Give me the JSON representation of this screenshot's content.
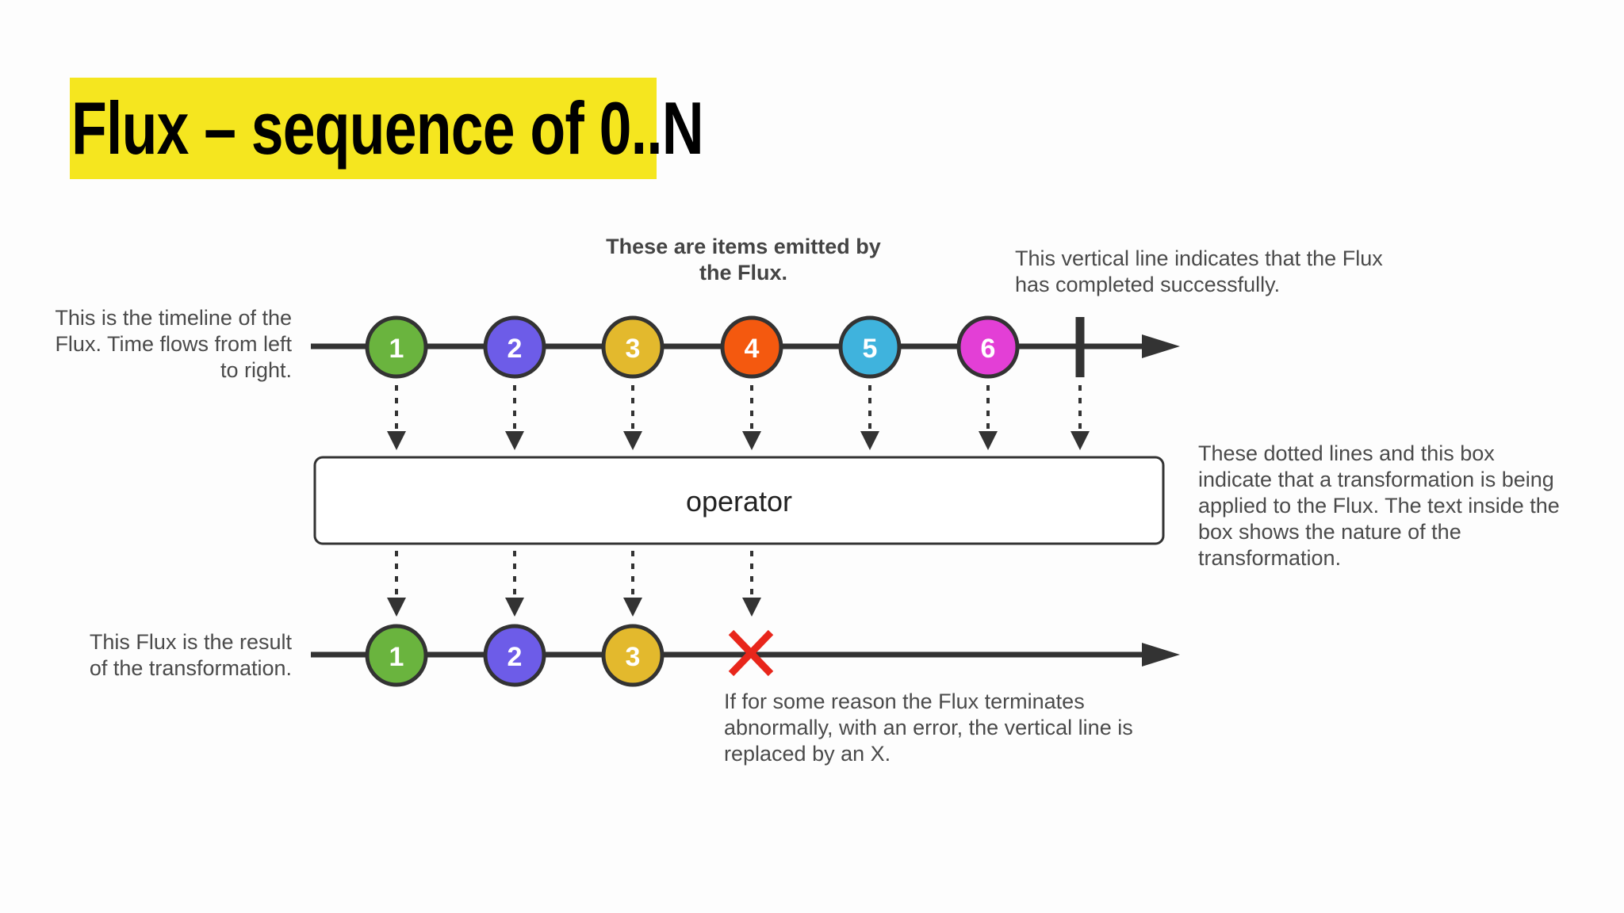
{
  "title": "Flux – sequence of 0..N",
  "colors": {
    "title_highlight": "#f5e61f",
    "line": "#333333",
    "error_x": "#e8261b",
    "text": "#4a4a4a"
  },
  "source_items": [
    {
      "label": "1",
      "color": "#6ab43e"
    },
    {
      "label": "2",
      "color": "#6d5ce8"
    },
    {
      "label": "3",
      "color": "#e3b92d"
    },
    {
      "label": "4",
      "color": "#f4590f"
    },
    {
      "label": "5",
      "color": "#3fb3dd"
    },
    {
      "label": "6",
      "color": "#e33fd6"
    }
  ],
  "result_items": [
    {
      "label": "1",
      "color": "#6ab43e"
    },
    {
      "label": "2",
      "color": "#6d5ce8"
    },
    {
      "label": "3",
      "color": "#e3b92d"
    }
  ],
  "operator_label": "operator",
  "notes": {
    "items_emitted": "These are items emitted by\nthe Flux.",
    "completed": "This vertical line indicates that the Flux\nhas completed successfully.",
    "timeline": "This is the timeline of the\nFlux. Time flows from left\nto right.",
    "transformation_box": "These dotted lines and this box\nindicate that a transformation is being\napplied to the Flux. The text inside the\nbox shows the nature of the\ntransformation.",
    "result": "This Flux is the result\nof the transformation.",
    "error": "If for some reason the Flux terminates\nabnormally, with an error, the vertical line is\nreplaced by an X."
  }
}
